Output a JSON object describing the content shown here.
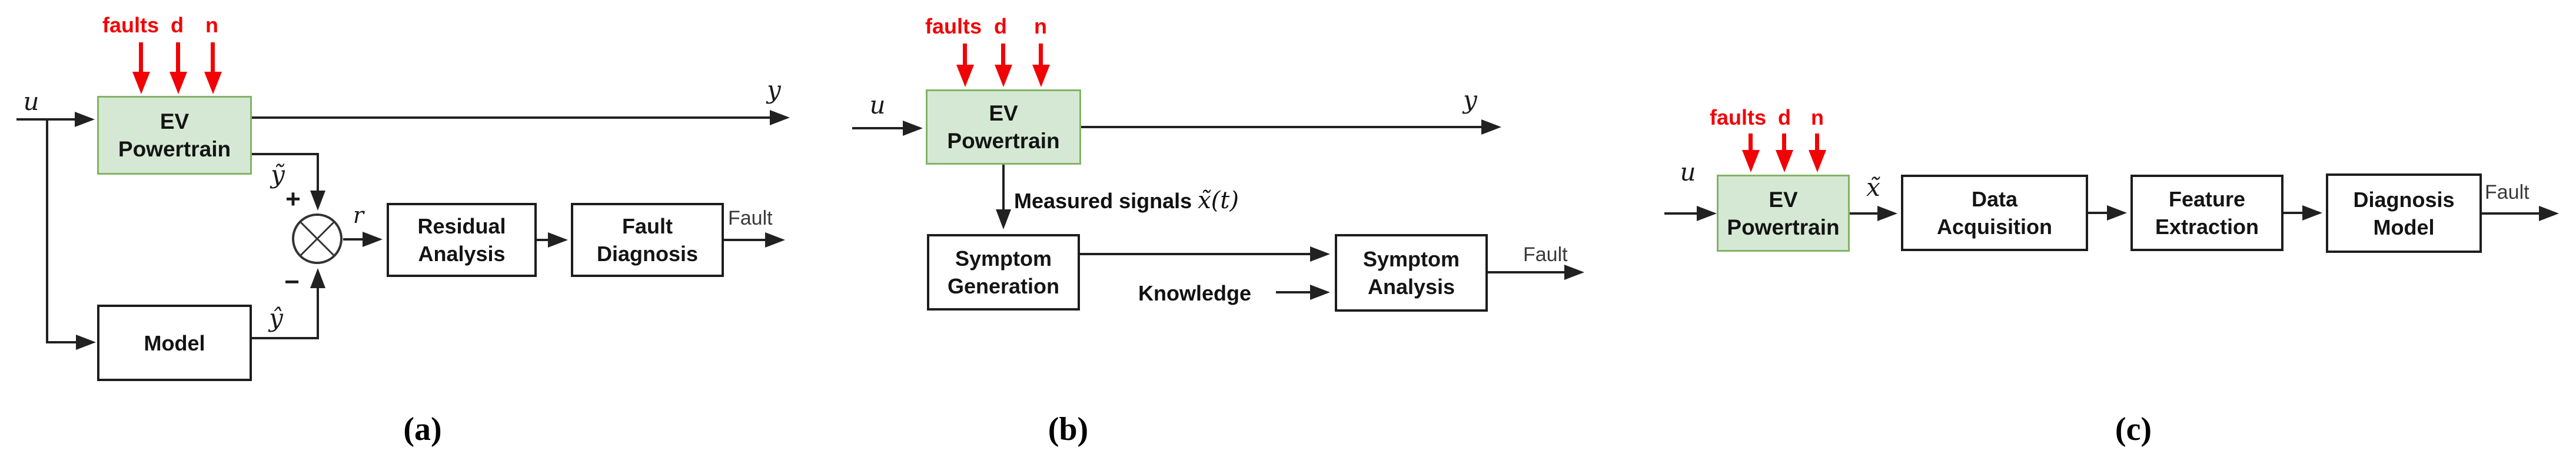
{
  "colors": {
    "plant_fill": "#d5e8d4",
    "plant_border": "#82b366",
    "fault_red": "#f10205",
    "line_black": "#212121"
  },
  "a": {
    "faults": "faults",
    "d": "d",
    "n": "n",
    "u": "u",
    "y": "y",
    "ev1": "EV",
    "ev2": "Powertrain",
    "ytilde": "ỹ",
    "plus": "+",
    "minus": "−",
    "r": "r",
    "yhat": "ŷ",
    "res1": "Residual",
    "res2": "Analysis",
    "fd1": "Fault",
    "fd2": "Diagnosis",
    "model": "Model",
    "fault_out": "Fault",
    "caption": "(a)"
  },
  "b": {
    "faults": "faults",
    "d": "d",
    "n": "n",
    "u": "u",
    "y": "y",
    "ev1": "EV",
    "ev2": "Powertrain",
    "measured": "Measured signals",
    "measured_math": "x̃(t)",
    "sg1": "Symptom",
    "sg2": "Generation",
    "knowledge": "Knowledge",
    "sa1": "Symptom",
    "sa2": "Analysis",
    "fault_out": "Fault",
    "caption": "(b)"
  },
  "c": {
    "faults": "faults",
    "d": "d",
    "n": "n",
    "u": "u",
    "xtilde": "x̃",
    "ev1": "EV",
    "ev2": "Powertrain",
    "da1": "Data",
    "da2": "Acquisition",
    "fe1": "Feature",
    "fe2": "Extraction",
    "dm1": "Diagnosis",
    "dm2": "Model",
    "fault_out": "Fault",
    "caption": "(c)"
  }
}
